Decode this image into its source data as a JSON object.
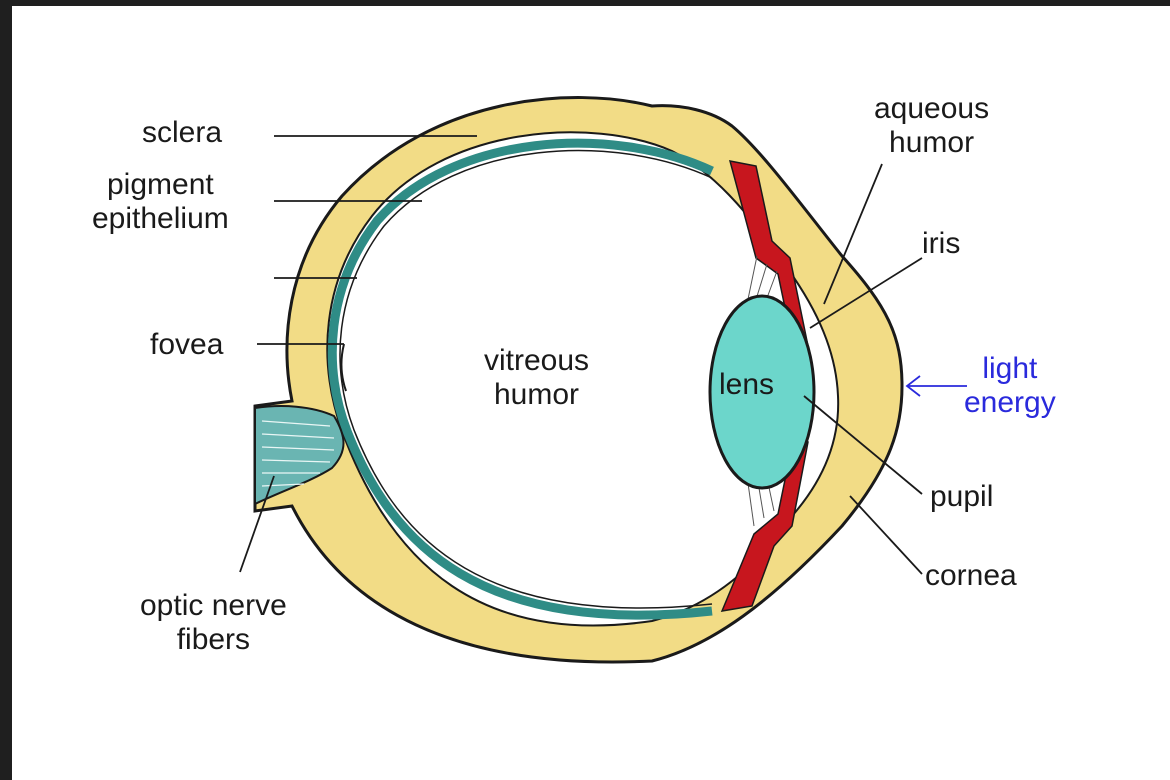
{
  "diagram": {
    "labels": {
      "sclera": "sclera",
      "pigment_epithelium": [
        "pigment",
        "epithelium"
      ],
      "fovea": "fovea",
      "optic_nerve_fibers": [
        "optic nerve",
        "fibers"
      ],
      "vitreous_humor": [
        "vitreous",
        "humor"
      ],
      "lens": "lens",
      "aqueous_humor": [
        "aqueous",
        "humor"
      ],
      "iris": "iris",
      "light_energy": [
        "light",
        "energy"
      ],
      "pupil": "pupil",
      "cornea": "cornea"
    },
    "colors": {
      "sclera": "#f2dc86",
      "retina": "#2f8c86",
      "lens": "#6cd6cb",
      "iris": "#c7161e",
      "nerve": "#6ab5b2",
      "outline": "#1a1a1a",
      "light_energy": "#2a2adc"
    }
  }
}
